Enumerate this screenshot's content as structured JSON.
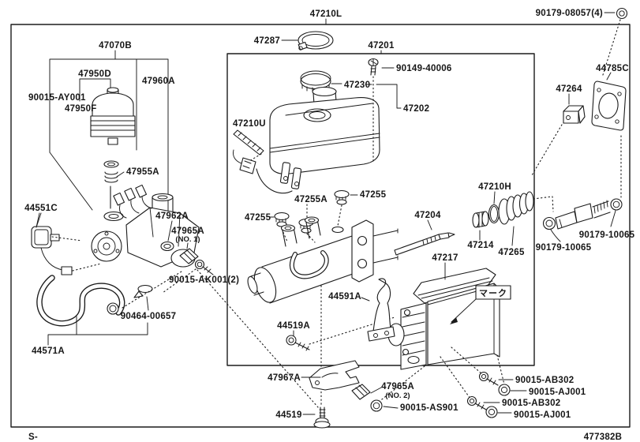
{
  "figure": {
    "sheet_prefix": "S-",
    "figure_code": "477382B",
    "mark_box": "マーク"
  },
  "labels": {
    "l_47210L": "47210L",
    "l_90179_08057": "90179-08057(4)",
    "l_47287": "47287",
    "l_47201": "47201",
    "l_90149_40006": "90149-40006",
    "l_47230": "47230",
    "l_47202": "47202",
    "l_47210U": "47210U",
    "l_47255A": "47255A",
    "l_47255_L": "47255",
    "l_47255_R": "47255",
    "l_47070B": "47070B",
    "l_47950D": "47950D",
    "l_47960A": "47960A",
    "l_90015_AY001": "90015-AY001",
    "l_47950F": "47950F",
    "l_47955A": "47955A",
    "l_44551C": "44551C",
    "l_47962A": "47962A",
    "l_47965A_1": "47965A",
    "l_47965A_1_sub": "(NO. 1)",
    "l_90015_AK001": "90015-AK001(2)",
    "l_90464_00657": "90464-00657",
    "l_44571A": "44571A",
    "l_47204": "47204",
    "l_47210H": "47210H",
    "l_47214": "47214",
    "l_47265": "47265",
    "l_90179_10065_L": "90179-10065",
    "l_90179_10065_R": "90179-10065",
    "l_47264": "47264",
    "l_44785C": "44785C",
    "l_47217": "47217",
    "l_44591A": "44591A",
    "l_44519A": "44519A",
    "l_47967A": "47967A",
    "l_47965A_2": "47965A",
    "l_47965A_2_sub": "(NO. 2)",
    "l_90015_AS901": "90015-AS901",
    "l_44519": "44519",
    "l_90015_AB302_1": "90015-AB302",
    "l_90015_AJ001_1": "90015-AJ001",
    "l_90015_AB302_2": "90015-AB302",
    "l_90015_AJ001_2": "90015-AJ001"
  }
}
